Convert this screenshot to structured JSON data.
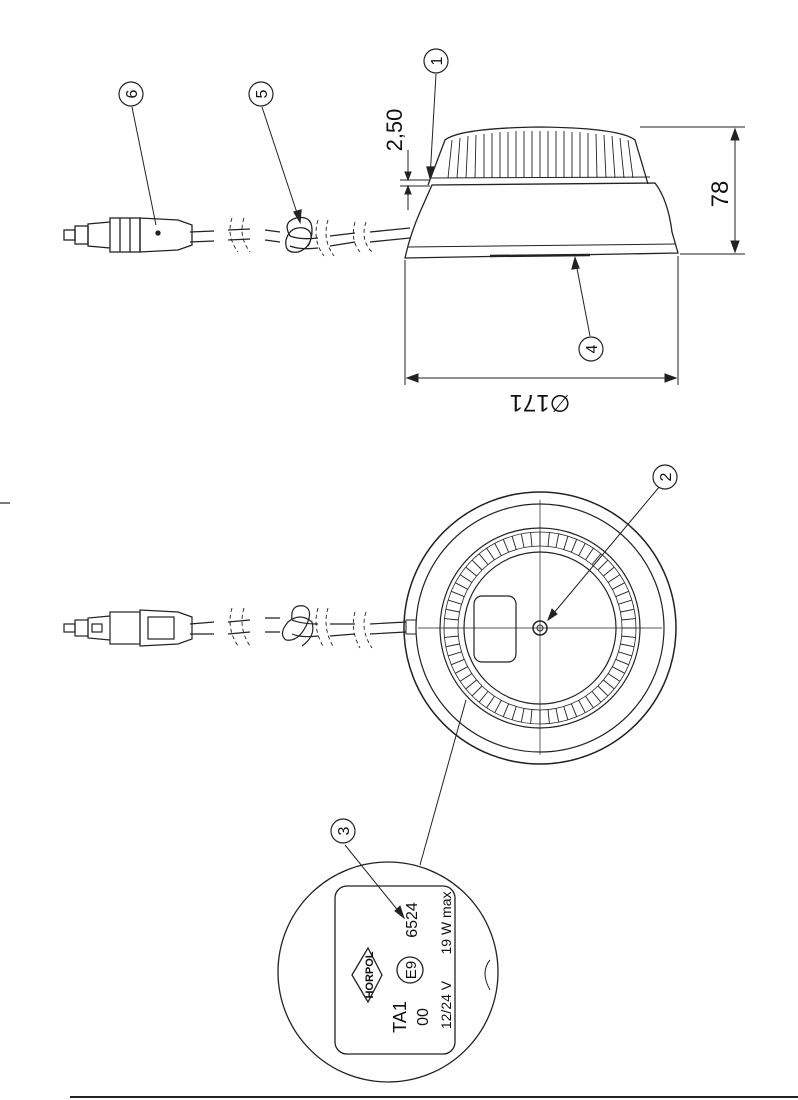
{
  "callouts": [
    "1",
    "2",
    "3",
    "4",
    "5",
    "6"
  ],
  "dimensions": {
    "height": "78",
    "diameter": "∅171",
    "gap": "2,50"
  },
  "label_plate": {
    "brand": "HORPOL",
    "model": "TA1",
    "code": "00",
    "voltage": "12/24 V",
    "approval_mark": "E9",
    "approval_number": "6524",
    "power": "19 W max"
  },
  "colors": {
    "line": "#222222",
    "background": "#ffffff"
  }
}
